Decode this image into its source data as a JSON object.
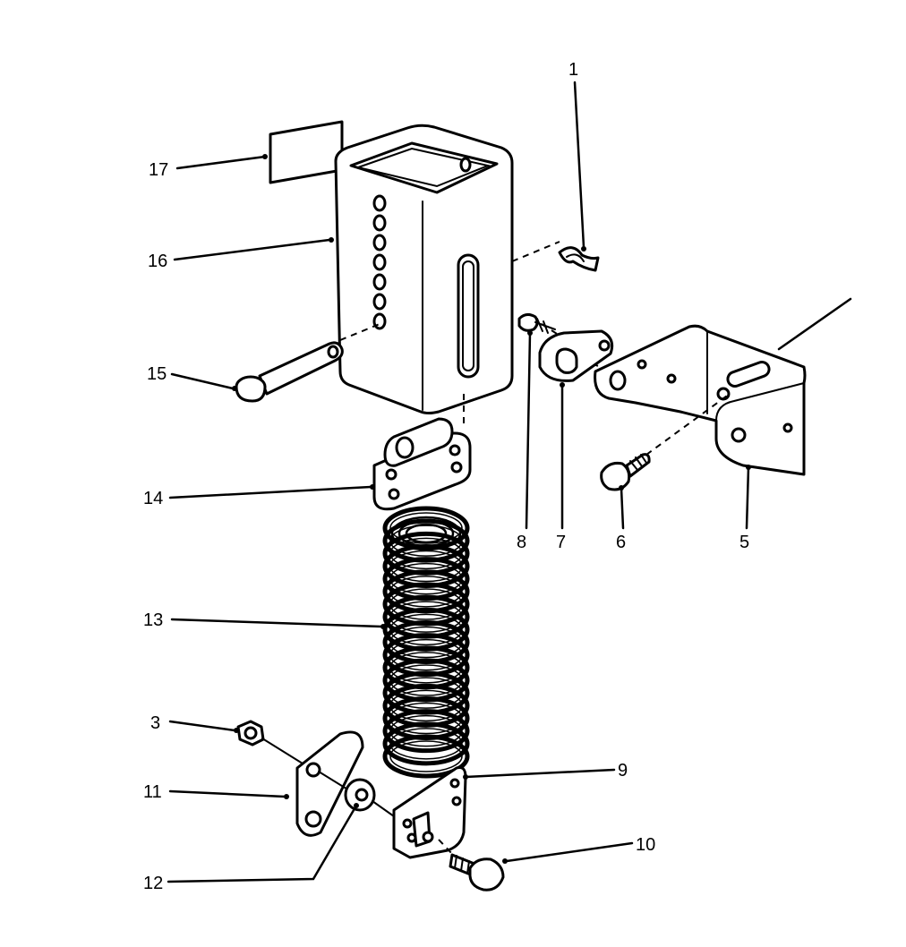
{
  "callouts": [
    {
      "id": "1",
      "label": "1"
    },
    {
      "id": "3",
      "label": "3"
    },
    {
      "id": "5",
      "label": "5"
    },
    {
      "id": "6",
      "label": "6"
    },
    {
      "id": "7",
      "label": "7"
    },
    {
      "id": "8",
      "label": "8"
    },
    {
      "id": "9",
      "label": "9"
    },
    {
      "id": "10",
      "label": "10"
    },
    {
      "id": "11",
      "label": "11"
    },
    {
      "id": "12",
      "label": "12"
    },
    {
      "id": "13",
      "label": "13"
    },
    {
      "id": "14",
      "label": "14"
    },
    {
      "id": "15",
      "label": "15"
    },
    {
      "id": "16",
      "label": "16"
    },
    {
      "id": "17",
      "label": "17"
    }
  ]
}
